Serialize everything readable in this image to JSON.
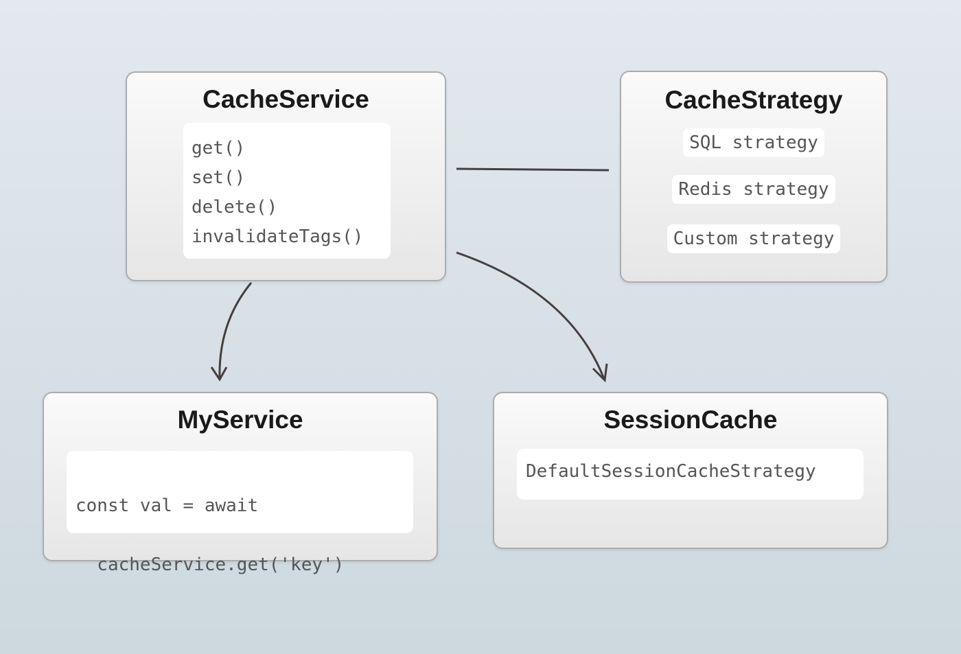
{
  "cache_service": {
    "title": "CacheService",
    "methods": [
      "get()",
      "set()",
      "delete()",
      "invalidateTags()"
    ]
  },
  "cache_strategy": {
    "title": "CacheStrategy",
    "items": [
      "SQL strategy",
      "Redis strategy",
      "Custom strategy"
    ]
  },
  "my_service": {
    "title": "MyService",
    "code": [
      "const val = await",
      "  cacheService.get('key')"
    ]
  },
  "session_cache": {
    "title": "SessionCache",
    "code": "DefaultSessionCacheStrategy"
  },
  "colors": {
    "arrow": "#453f40",
    "border": "#a9adb0"
  }
}
